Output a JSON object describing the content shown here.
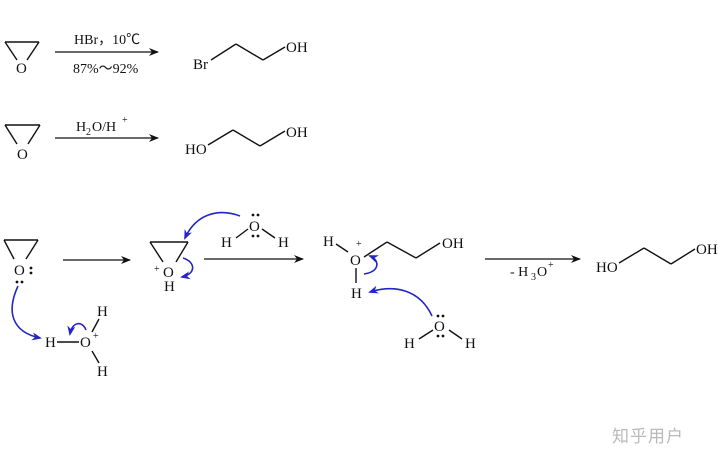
{
  "reaction1": {
    "reagent": "HBr，10℃",
    "yield": "87%～92%",
    "product_left": "Br",
    "product_right": "OH"
  },
  "reaction2": {
    "reagent_main": "H",
    "reagent_sub": "2",
    "reagent_rest": "O/H",
    "reagent_sup": "+",
    "product_left": "HO",
    "product_right": "OH"
  },
  "mechanism": {
    "epoxide_oxygen": "O",
    "hydronium_h1": "H",
    "hydronium_o": "O",
    "hydronium_charge": "+",
    "hydronium_h2": "H",
    "hydronium_h3": "H",
    "protonated_epoxide_o": "O",
    "protonated_epoxide_h": "H",
    "protonated_epoxide_charge": "+",
    "water1_o": "O",
    "water1_h_left": "H",
    "water1_h_right": "H",
    "oxonium_h_top": "H",
    "oxonium_o": "O",
    "oxonium_charge": "+",
    "oxonium_h_bottom": "H",
    "oxonium_oh": "OH",
    "water2_o": "O",
    "water2_h_left": "H",
    "water2_h_right": "H",
    "elim_label_pre": "- H",
    "elim_label_sub": "3",
    "elim_label_o": "O",
    "elim_label_sup": "+",
    "final_left": "HO",
    "final_right": "OH"
  },
  "watermark": "知乎用户"
}
